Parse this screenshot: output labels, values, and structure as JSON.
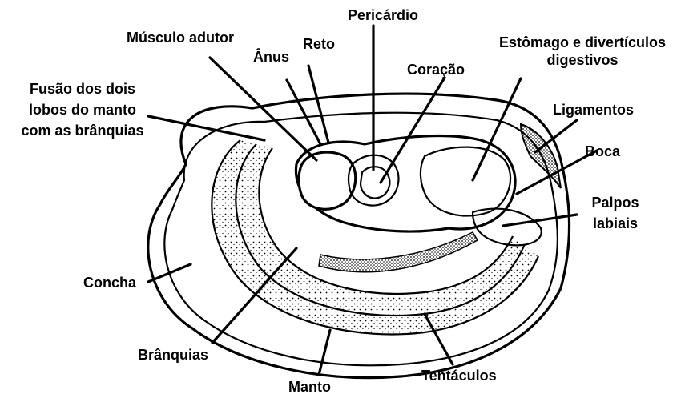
{
  "labels": {
    "musculo_adutor": "Músculo adutor",
    "pericardio": "Pericárdio",
    "anus": "Ânus",
    "reto": "Reto",
    "coracao": "Coração",
    "estomago_line1": "Estômago e divertículos",
    "estomago_line2": "digestivos",
    "fusao_line1": "Fusão dos dois",
    "fusao_line2": "lobos do manto",
    "fusao_line3": "com  as brânquias",
    "ligamentos": "Ligamentos",
    "boca": "Boca",
    "palpos_line1": "Palpos",
    "palpos_line2": "labiais",
    "concha": "Concha",
    "branquias": "Brânquias",
    "manto": "Manto",
    "tentaculos": "Tentáculos"
  },
  "colors": {
    "ink": "#000000",
    "paper": "#ffffff"
  }
}
